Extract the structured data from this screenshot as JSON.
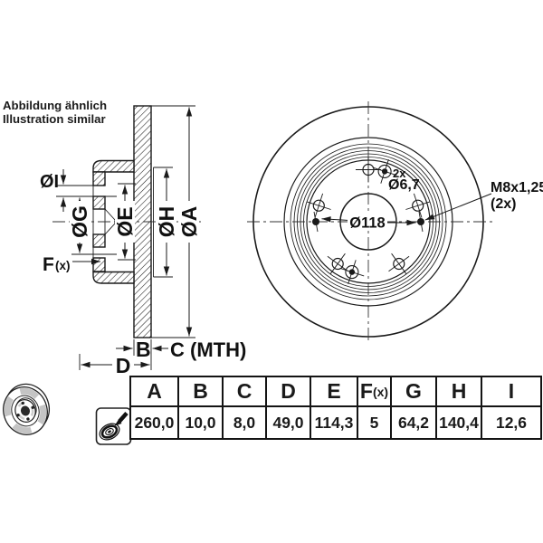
{
  "colors": {
    "line": "#1a1a1a",
    "background": "#ffffff",
    "icon_gray": "#c4c4c4"
  },
  "note": {
    "line1": "Abbildung ähnlich",
    "line2": "Illustration similar"
  },
  "section_view": {
    "labels": {
      "dia_i": "ØI",
      "dia_g": "ØG",
      "dia_e": "ØE",
      "dia_h": "ØH",
      "dia_a": "ØA",
      "f_main": "F",
      "f_suffix": "(x)",
      "b": "B",
      "c_mth": "C (MTH)",
      "d": "D"
    }
  },
  "front_view": {
    "labels": {
      "small_holes_count": "2x",
      "small_holes_dia": "Ø6,7",
      "pitch_circle_dia": "Ø118",
      "thread_spec": "M8x1,25",
      "thread_count": "(2x)"
    }
  },
  "table": {
    "headers": [
      "A",
      "B",
      "C",
      "D",
      "E",
      "F",
      "G",
      "H",
      "I"
    ],
    "fx_suffix": "(x)",
    "values": [
      "260,0",
      "10,0",
      "8,0",
      "49,0",
      "114,3",
      "5",
      "64,2",
      "140,4",
      "12,6"
    ]
  },
  "icons": {
    "disc_icon": "brake-disc-3d-icon",
    "axle_icon": "axle-position-icon"
  }
}
